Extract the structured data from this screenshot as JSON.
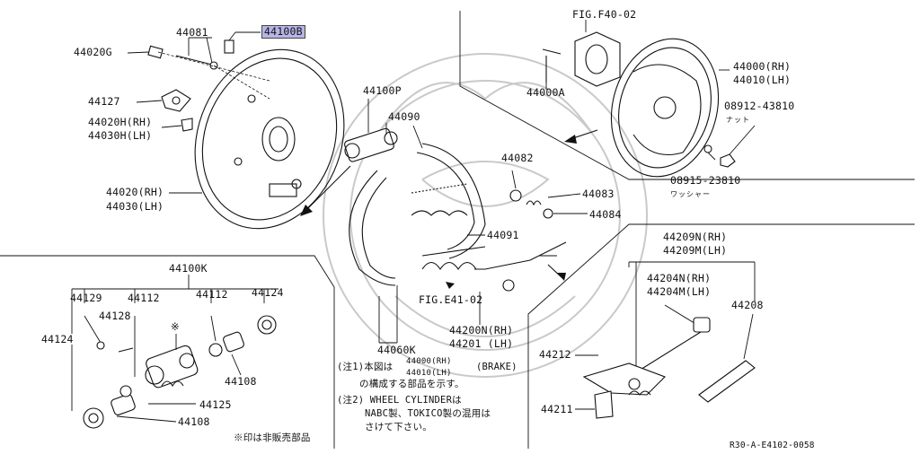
{
  "labels": {
    "p44081": "44081",
    "p44100b": "44100B",
    "p44020g": "44020G",
    "p44127": "44127",
    "p44020h": "44020H(RH)",
    "p44030h": "44030H(LH)",
    "p44020": "44020(RH)",
    "p44030": "44030(LH)",
    "p44100p": "44100P",
    "p44090": "44090",
    "p44082": "44082",
    "p44083": "44083",
    "p44084": "44084",
    "p44091": "44091",
    "fig_e41": "FIG.E41-02",
    "p44200n": "44200N(RH)",
    "p44201": "44201 (LH)",
    "p44060k": "44060K",
    "fig_f40": "FIG.F40-02",
    "p44000a": "44000A",
    "p44000": "44000(RH)",
    "p44010": "44010(LH)",
    "p08912": "08912-43810",
    "nut_jp": "ナット",
    "p08915": "08915-23810",
    "washer_jp": "ワッシャー",
    "p44100k": "44100K",
    "p44129": "44129",
    "p44112a": "44112",
    "p44112b": "44112",
    "p44124a": "44124",
    "p44128": "44128",
    "p44124b": "44124",
    "mark_a": "※",
    "p44125": "44125",
    "p44108a": "44108",
    "p44108b": "44108",
    "nonsale": "※印は非販売部品",
    "p44209n": "44209N(RH)",
    "p44209m": "44209M(LH)",
    "p44204n": "44204N(RH)",
    "p44204m": "44204M(LH)",
    "p44208": "44208",
    "p44212": "44212",
    "p44211": "44211",
    "note1_a": "(注1)本図は",
    "note1_b": "44000(RH)",
    "note1_c": "44010(LH)",
    "note1_d": "(BRAKE)",
    "note1_e": "の構成する部品を示す。",
    "note2_a": "(注2) WHEEL CYLINDERは",
    "note2_b": "NABC製、TOKICO製の混用は",
    "note2_c": "さけて下さい。",
    "code": "R30-A-E4102-0058"
  },
  "colors": {
    "highlight": "#b7b5e6",
    "ink": "#111111",
    "watermark": "#c9c9c9"
  }
}
